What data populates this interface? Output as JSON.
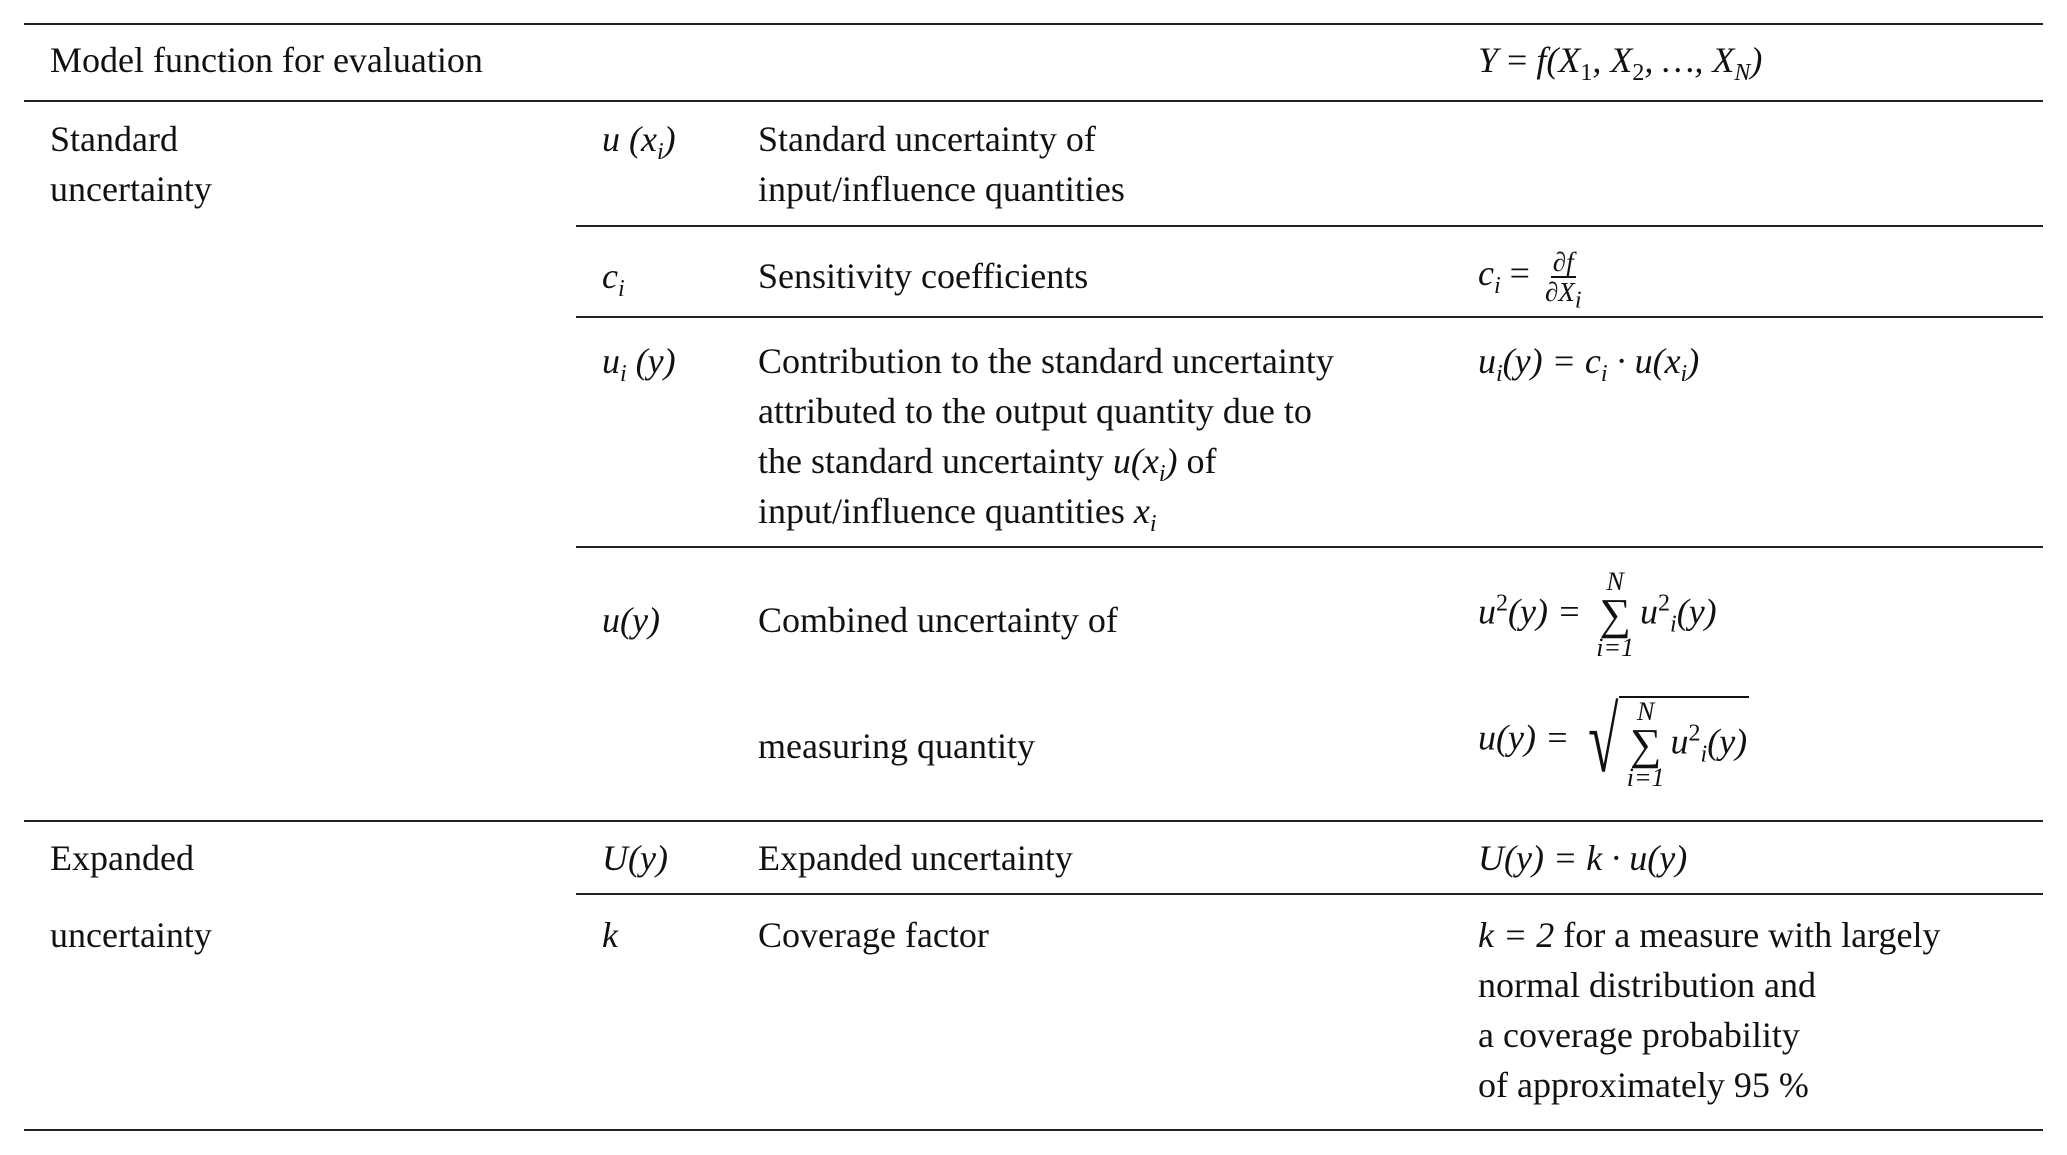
{
  "header": {
    "label": "Model function for evaluation",
    "formula": {
      "a": "Y",
      "eq": " = ",
      "b": "f(X",
      "s1": "1",
      "c": ", X",
      "s2": "2",
      "d": ", …, X",
      "s3": "N",
      "e": ")"
    }
  },
  "standard": {
    "group_label_line1": "Standard",
    "group_label_line2": "uncertainty",
    "rows": [
      {
        "symbol": {
          "a": "u (x",
          "sub": "i",
          "b": ")"
        },
        "description": [
          "Standard uncertainty of",
          "input/influence quantities"
        ]
      },
      {
        "symbol": {
          "a": "c",
          "sub": "i"
        },
        "description": [
          "Sensitivity coefficients"
        ],
        "formula": {
          "a": "c",
          "sub": "i",
          "eq": " = ",
          "num": "∂f",
          "den": "∂X",
          "den_sub": "i"
        }
      },
      {
        "symbol": {
          "a": "u",
          "sub": "i",
          "b": " (y)"
        },
        "description": [
          "Contribution to the standard uncertainty",
          "attributed to the output quantity due to",
          "the standard uncertainty ",
          "input/influence quantities "
        ],
        "desc_math1": {
          "a": "u(x",
          "sub": "i",
          "b": ")"
        },
        "desc_after1": " of",
        "desc_math2": {
          "a": "x",
          "sub": "i"
        },
        "formula": {
          "a": "u",
          "sub1": "i",
          "b": "(y) = c",
          "sub2": "i",
          "c": " · u(x",
          "sub3": "i",
          "d": ")"
        }
      },
      {
        "symbol": "u(y)",
        "description": [
          "Combined uncertainty of",
          "measuring quantity"
        ],
        "formula1": {
          "a": "u",
          "sup": "2",
          "b": "(y) = ",
          "upper": "N",
          "sigma": "∑",
          "lower": "i=1",
          "c": "u",
          "c_sup": "2",
          "c_sub": "i",
          "d": "(y)"
        },
        "formula2": {
          "a": "u(y) = ",
          "radical": "√",
          "upper": "N",
          "sigma": "∑",
          "lower": "i=1",
          "c": "u",
          "c_sup": "2",
          "c_sub": "i",
          "d": "(y)"
        }
      }
    ]
  },
  "expanded": {
    "group_label_line1": "Expanded",
    "group_label_line2": "uncertainty",
    "rows": [
      {
        "symbol": "U(y)",
        "description": "Expanded uncertainty",
        "formula": "U(y) = k · u(y)"
      },
      {
        "symbol": "k",
        "description": "Coverage factor",
        "formula_math": "k = 2",
        "formula_lines": [
          " for a measure with largely",
          "normal distribution and",
          "a coverage probability",
          "of approximately 95 %"
        ]
      }
    ]
  }
}
